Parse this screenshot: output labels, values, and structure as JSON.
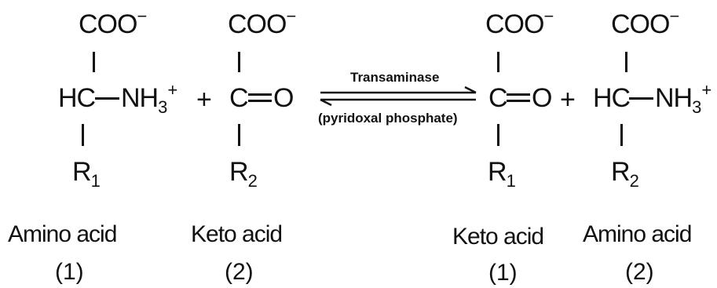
{
  "reactant_1": {
    "carboxylate": "COO",
    "carboxylate_charge": "−",
    "alpha_carbon": "HC",
    "amino_group": "NH",
    "amino_subscript": "3",
    "amino_charge": "+",
    "side_chain": "R",
    "side_chain_subscript": "1",
    "name": "Amino acid",
    "number": "(1)"
  },
  "plus_1": "+",
  "reactant_2": {
    "carboxylate": "COO",
    "carboxylate_charge": "−",
    "carbonyl_carbon": "C",
    "carbonyl_oxygen": "O",
    "side_chain": "R",
    "side_chain_subscript": "2",
    "name": "Keto acid",
    "number": "(2)"
  },
  "arrow": {
    "enzyme": "Transaminase",
    "cofactor": "(pyridoxal phosphate)"
  },
  "product_1": {
    "carboxylate": "COO",
    "carboxylate_charge": "−",
    "carbonyl_carbon": "C",
    "carbonyl_oxygen": "O",
    "side_chain": "R",
    "side_chain_subscript": "1",
    "name": "Keto acid",
    "number": "(1)"
  },
  "plus_2": "+",
  "product_2": {
    "carboxylate": "COO",
    "carboxylate_charge": "−",
    "alpha_carbon": "HC",
    "amino_group": "NH",
    "amino_subscript": "3",
    "amino_charge": "+",
    "side_chain": "R",
    "side_chain_subscript": "2",
    "name": "Amino acid",
    "number": "(2)"
  }
}
